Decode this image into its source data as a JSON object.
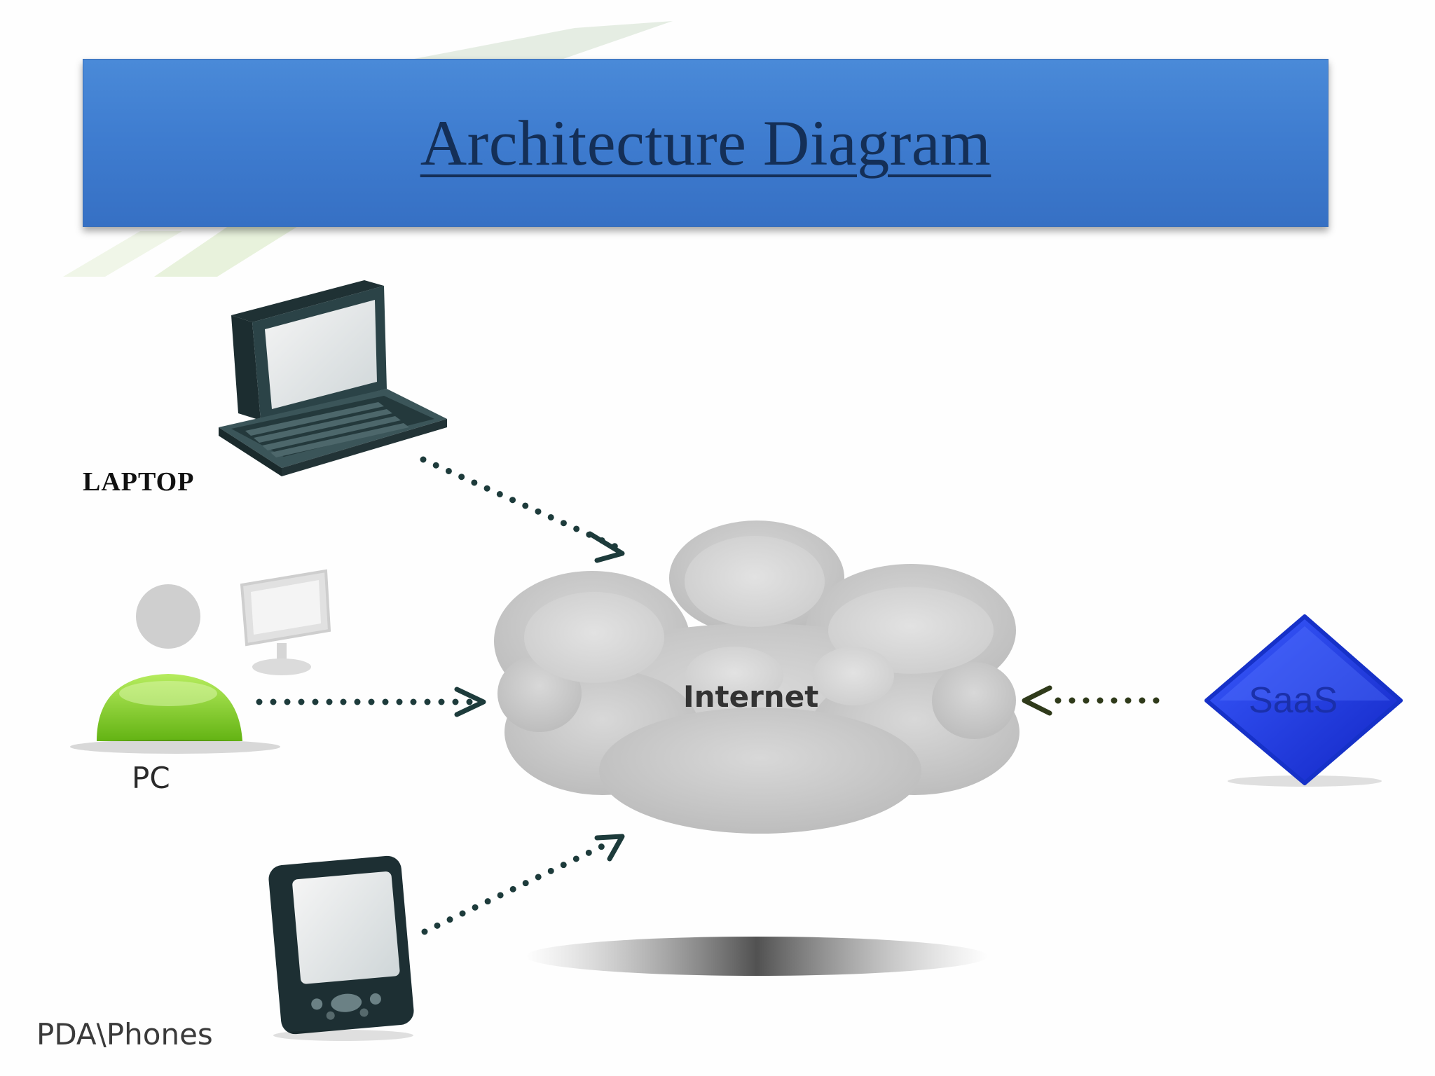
{
  "title": "Architecture Diagram",
  "nodes": {
    "laptop": {
      "label": "LAPTOP",
      "icon": "laptop-icon"
    },
    "pc": {
      "label": "PC",
      "icon": "pc-user-icon"
    },
    "pda": {
      "label": "PDA\\Phones",
      "icon": "pda-icon"
    },
    "internet": {
      "label": "Internet",
      "icon": "cloud-icon"
    },
    "saas": {
      "label": "SaaS",
      "icon": "diamond-icon"
    }
  },
  "edges": [
    {
      "from": "LAPTOP",
      "to": "Internet"
    },
    {
      "from": "PC",
      "to": "Internet"
    },
    {
      "from": "PDA\\Phones",
      "to": "Internet"
    },
    {
      "from": "SaaS",
      "to": "Internet"
    }
  ],
  "colors": {
    "title_bar": "#3f7dd0",
    "title_text": "#142f57",
    "cloud": "#c8c8c8",
    "saas_diamond": "#1f3de0",
    "user_green": "#7ac925",
    "arrow": "#1d3b3b"
  }
}
